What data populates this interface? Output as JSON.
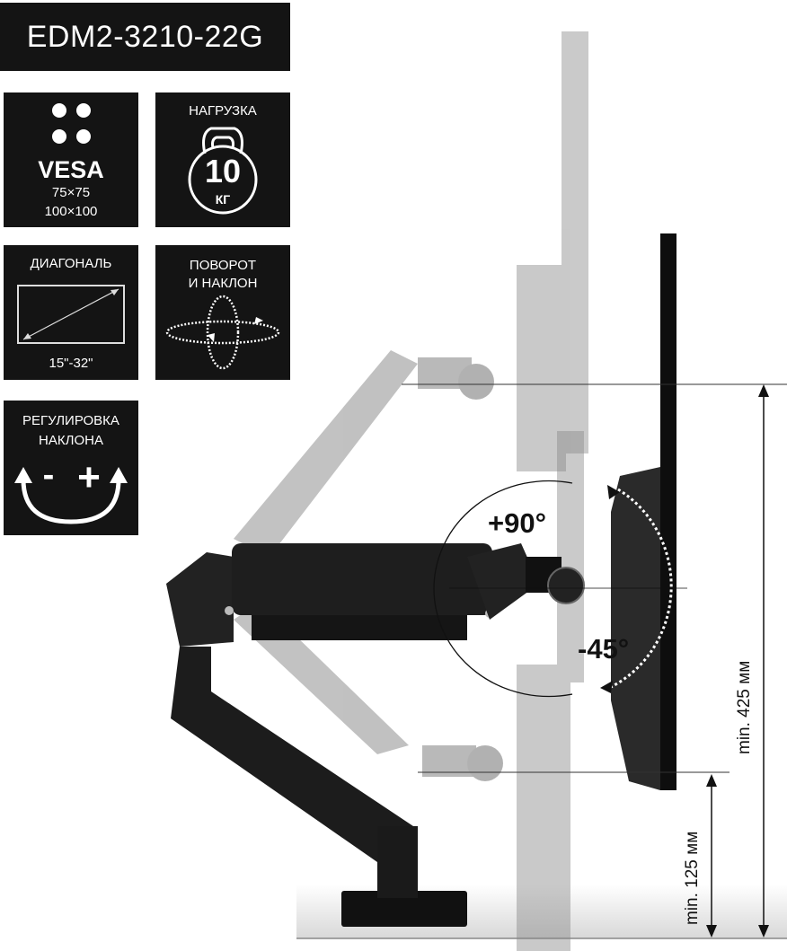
{
  "title": "EDM2-3210-22G",
  "tiles": {
    "vesa": {
      "label": "VESA",
      "size1": "75×75",
      "size2": "100×100"
    },
    "load": {
      "label": "НАГРУЗКА",
      "value": "10",
      "unit": "КГ"
    },
    "diagonal": {
      "label": "ДИАГОНАЛЬ",
      "range": "15\"-32\""
    },
    "rotation": {
      "line1": "ПОВОРОТ",
      "line2": "И НАКЛОН"
    },
    "tilt": {
      "line1": "РЕГУЛИРОВКА",
      "line2": "НАКЛОНА",
      "minus": "-",
      "plus": "+"
    }
  },
  "diagram": {
    "angle_up": "+90°",
    "angle_down": "-45°",
    "height_max": "min. 425 мм",
    "height_min": "min. 125 мм"
  }
}
